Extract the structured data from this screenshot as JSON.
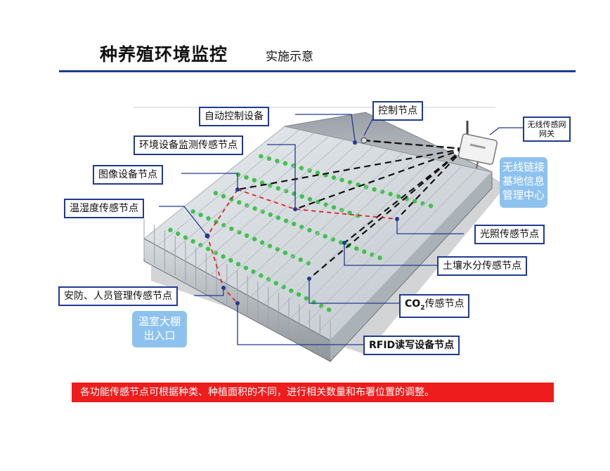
{
  "header": {
    "title": "种养殖环境监控",
    "subtitle": "实施示意"
  },
  "labels": {
    "auto_control": "自动控制设备",
    "control_node": "控制节点",
    "wireless_gateway": "无线传感网网关",
    "env_monitor_node": "环境设备监测传感节点",
    "image_node": "图像设备节点",
    "temp_humidity_node": "温湿度传感节点",
    "light_node": "光照传感节点",
    "soil_moisture_node": "土壤水分传感节点",
    "security_node": "安防、人员管理传感节点",
    "co2_prefix": "CO",
    "co2_sub": "2",
    "co2_suffix": "传感节点",
    "rfid_node": "RFID读写设备节点"
  },
  "bubbles": {
    "base_station": "无线链接基地信息管理中心",
    "greenhouse_entrance": "温室大棚出入口"
  },
  "footer": {
    "note": "各功能传感节点可根据种类、种植面积的不同，进行相关数量和布署位置的调整。"
  },
  "colors": {
    "accent": "#1f3a93",
    "banner": "#ee1c1c",
    "bubble": "#8ec2ee",
    "plant": "#2fbf3c",
    "red_route": "#e02020"
  }
}
